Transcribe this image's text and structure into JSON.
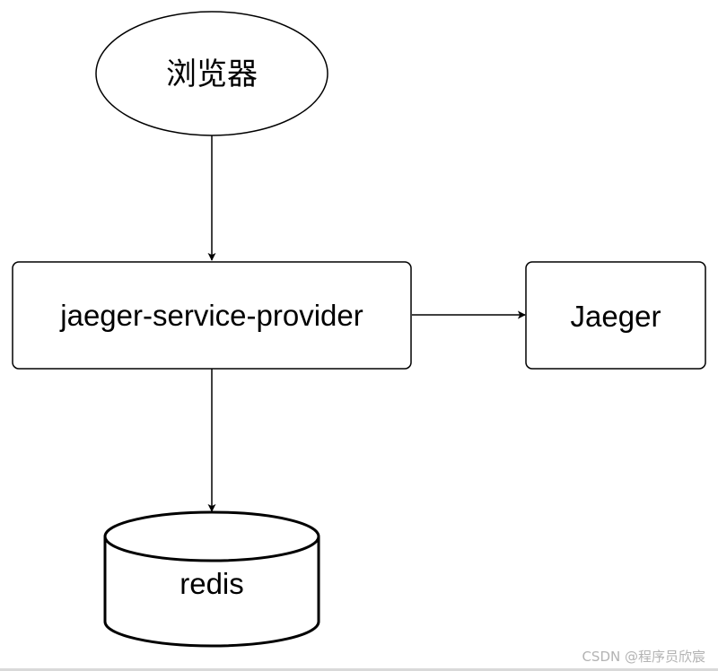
{
  "nodes": {
    "browser": {
      "label": "浏览器",
      "shape": "ellipse"
    },
    "provider": {
      "label": "jaeger-service-provider",
      "shape": "rounded-rectangle"
    },
    "jaeger": {
      "label": "Jaeger",
      "shape": "rounded-rectangle"
    },
    "redis": {
      "label": "redis",
      "shape": "cylinder"
    }
  },
  "edges": [
    {
      "from": "browser",
      "to": "provider"
    },
    {
      "from": "provider",
      "to": "jaeger"
    },
    {
      "from": "provider",
      "to": "redis"
    }
  ],
  "watermark": "CSDN @程序员欣宸",
  "colors": {
    "stroke": "#000000",
    "fill": "#ffffff",
    "watermark": "#b3b3b3"
  }
}
